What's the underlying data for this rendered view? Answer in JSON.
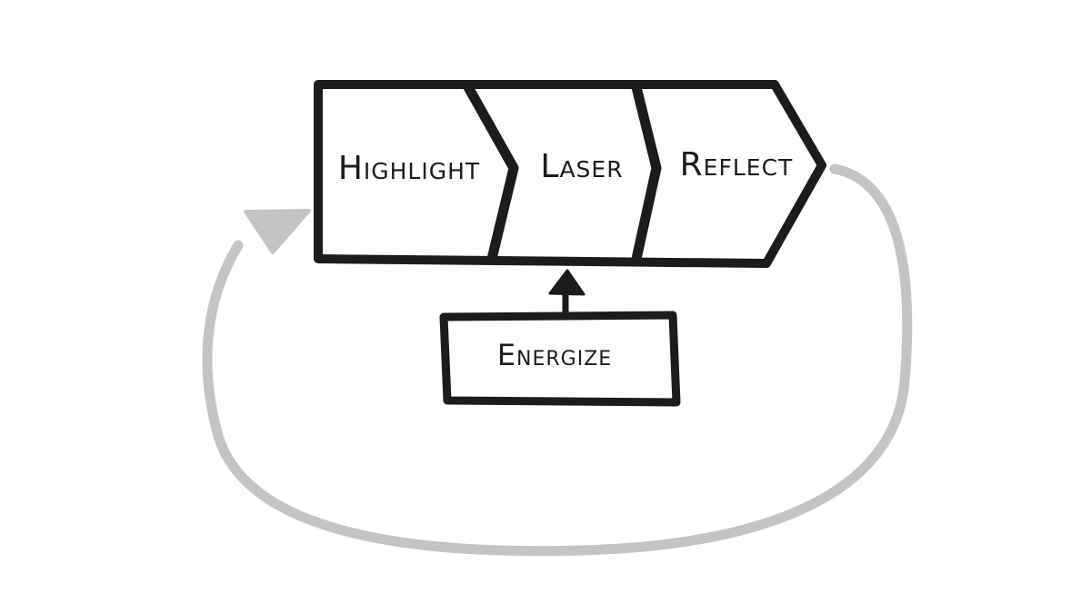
{
  "process": {
    "steps": [
      {
        "label": "Highlight"
      },
      {
        "label": "Laser"
      },
      {
        "label": "Reflect"
      }
    ]
  },
  "input": {
    "label": "Energize"
  },
  "colors": {
    "ink": "#1c1c1c",
    "loop_arrow": "#c4c4c4",
    "background": "#ffffff"
  }
}
